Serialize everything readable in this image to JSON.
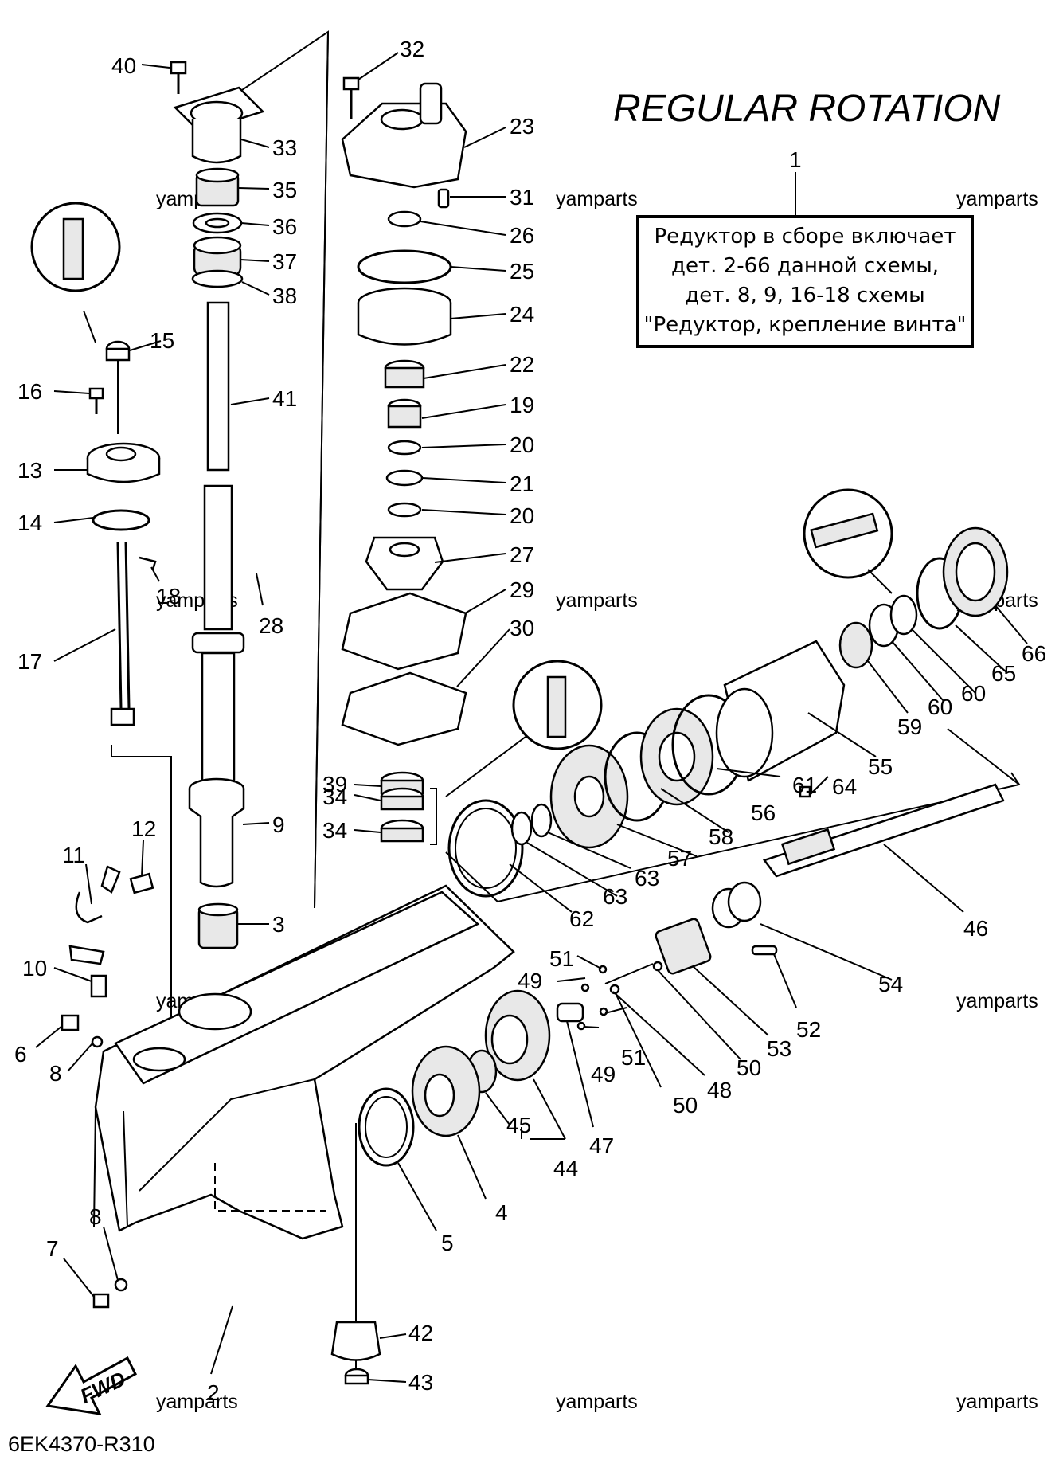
{
  "title": "REGULAR ROTATION",
  "drawing_code": "6EK4370-R310",
  "watermark": "yamparts",
  "fwd_label": "FWD",
  "note": {
    "ref": "1",
    "lines": [
      "Редуктор в сборе включает",
      "дет. 2-66 данной схемы,",
      "дет. 8, 9, 16-18 схемы",
      "\"Редуктор, крепление винта\""
    ]
  },
  "callouts": [
    "40",
    "32",
    "33",
    "23",
    "35",
    "31",
    "36",
    "26",
    "37",
    "25",
    "38",
    "24",
    "15",
    "22",
    "16",
    "41",
    "19",
    "13",
    "20",
    "21",
    "14",
    "20",
    "27",
    "18",
    "28",
    "29",
    "17",
    "30",
    "39",
    "34",
    "34",
    "9",
    "12",
    "11",
    "3",
    "10",
    "6",
    "8",
    "7",
    "8",
    "2",
    "43",
    "42",
    "5",
    "4",
    "45",
    "44",
    "47",
    "49",
    "51",
    "49",
    "51",
    "50",
    "48",
    "50",
    "53",
    "52",
    "54",
    "46",
    "62",
    "63",
    "63",
    "57",
    "58",
    "56",
    "61",
    "64",
    "55",
    "59",
    "60",
    "60",
    "65",
    "66"
  ]
}
